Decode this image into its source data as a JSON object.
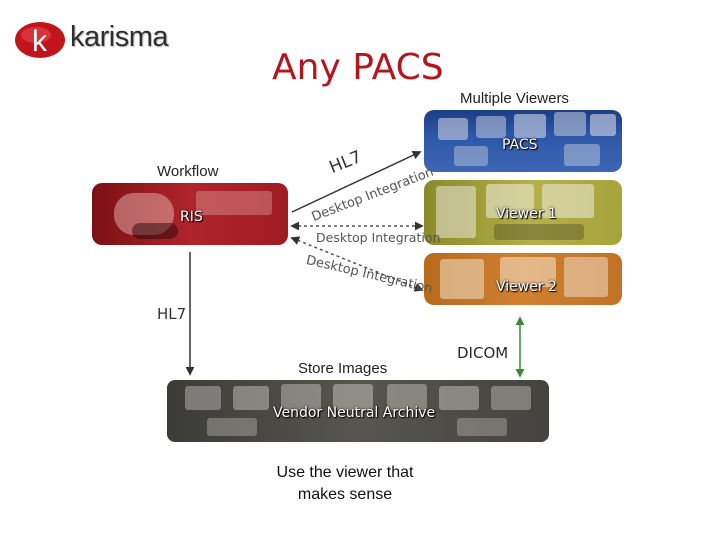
{
  "logo": {
    "letter": "k",
    "name": "karisma"
  },
  "title": "Any PACS",
  "labels": {
    "multiple_viewers": "Multiple Viewers",
    "workflow": "Workflow",
    "store_images": "Store Images",
    "caption_line1": "Use the viewer that",
    "caption_line2": "makes sense"
  },
  "panels": {
    "pacs": "PACS",
    "viewer1": "Viewer 1",
    "viewer2": "Viewer 2",
    "ris": "RIS",
    "vna": "Vendor Neutral Archive"
  },
  "connectors": {
    "hl7_top": "HL7",
    "desktop_integration_1": "Desktop Integration",
    "desktop_integration_2": "Desktop Integration",
    "desktop_integration_3": "Desktop Integration",
    "hl7_left": "HL7",
    "dicom": "DICOM"
  },
  "colors": {
    "title": "#b3161c",
    "logo_red": "#c2141b",
    "pacs_panel": "#2d56a8",
    "viewer1_panel": "#b4b04a",
    "viewer2_panel": "#d08030",
    "ris_panel": "#b0242a",
    "vna_panel": "#57554f",
    "dicom_arrow": "#3a8a3a"
  }
}
